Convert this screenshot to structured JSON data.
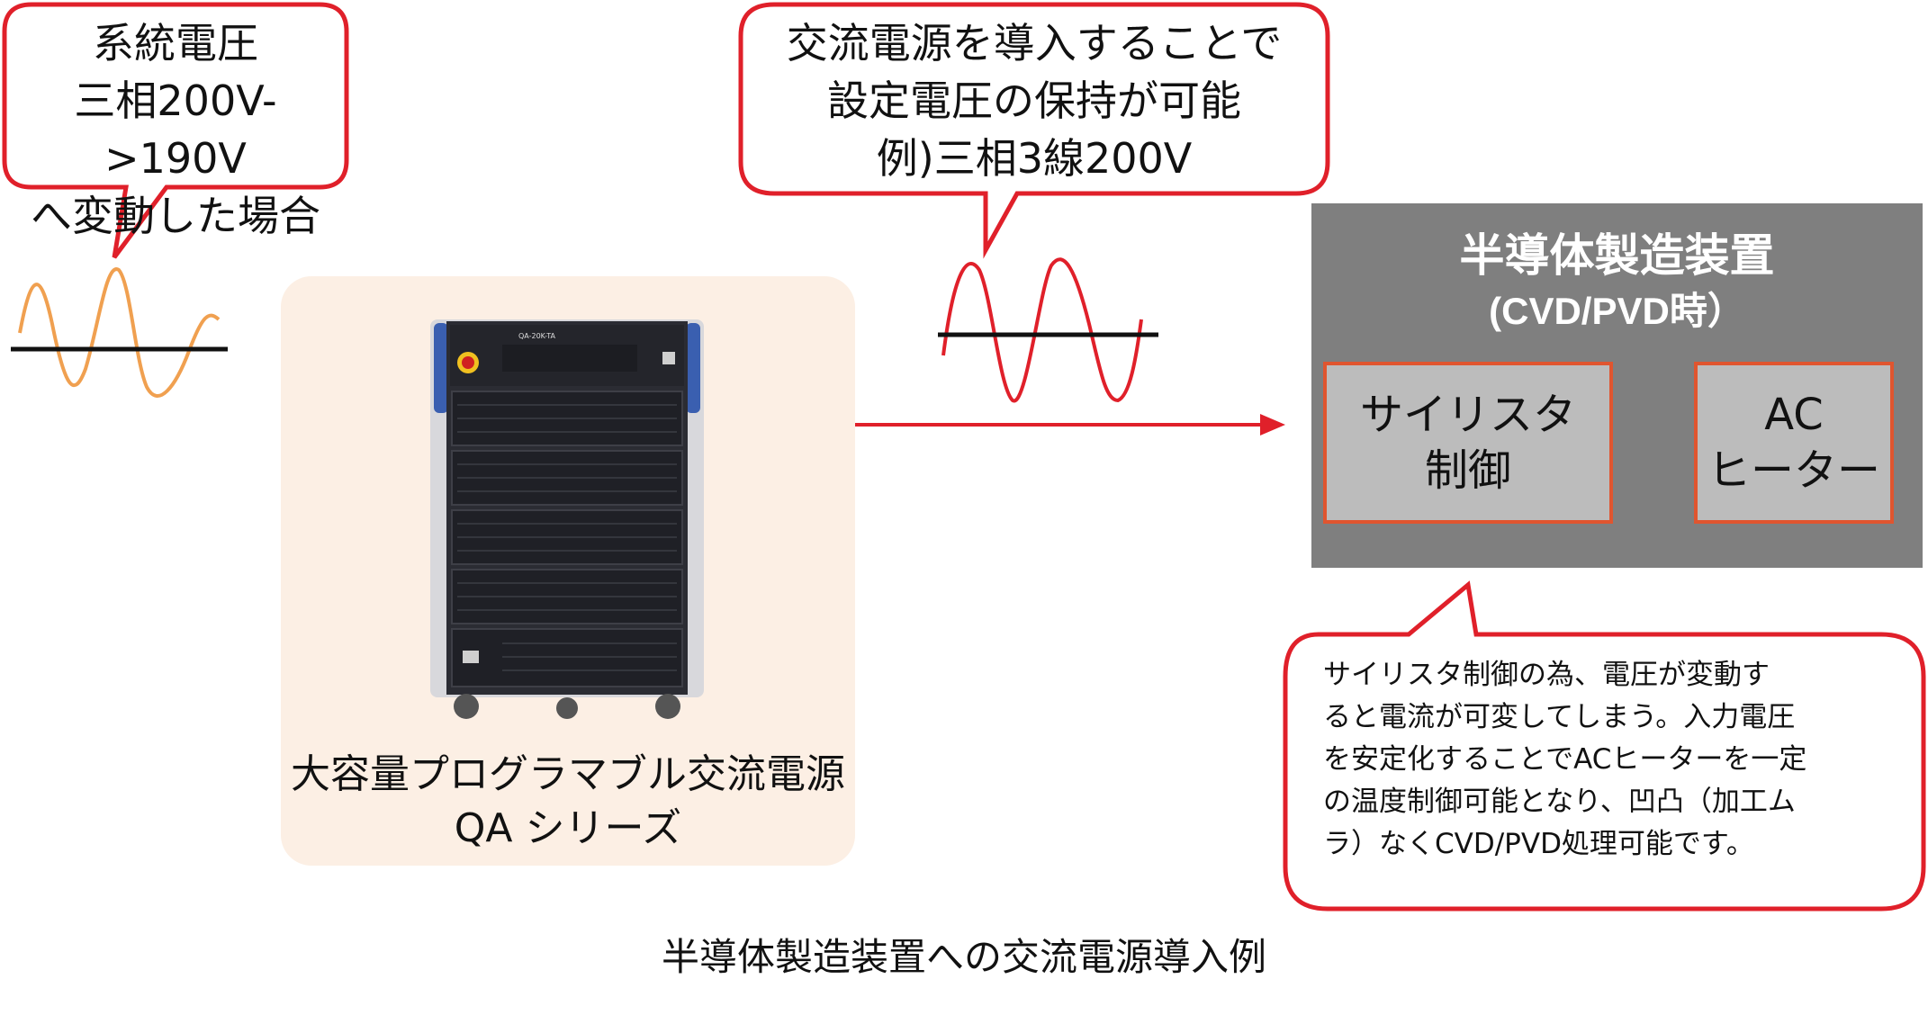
{
  "bubbles": {
    "grid_voltage": "系統電圧\n三相200V->190V\nへ変動した場合",
    "ac_supply": "交流電源を導入することで\n設定電圧の保持が可能\n例)三相3線200V",
    "note": "サイリスタ制御の為、電圧が変動す\nると電流が可変してしまう。入力電圧\nを安定化することでACヒーターを一定\nの温度制御可能となり、凹凸（加工ム\nラ）なくCVD/PVD処理可能です。"
  },
  "device": {
    "name": "大容量プログラマブル交流電源",
    "series": "QA シリーズ",
    "model_label": "QA-20K-TA"
  },
  "equipment": {
    "title": "半導体製造装置",
    "subtitle": "(CVD/PVD時）",
    "thyristor": "サイリスタ\n制御",
    "heater": "AC\nヒーター"
  },
  "caption": "半導体製造装置への交流電源導入例",
  "colors": {
    "bubble_border": "#e0202a",
    "arrow": "#e0202a",
    "wave_unstable": "#f0a050",
    "wave_stable": "#e0202a",
    "panel_bg": "#fcefe4",
    "equipment_bg": "#7f7f7f",
    "sub_box_border": "#e0552f",
    "sub_box_bg": "#bcbcbc"
  },
  "icons": [
    "sine-wave-icon",
    "arrow-right-icon",
    "power-supply-cabinet-icon"
  ]
}
